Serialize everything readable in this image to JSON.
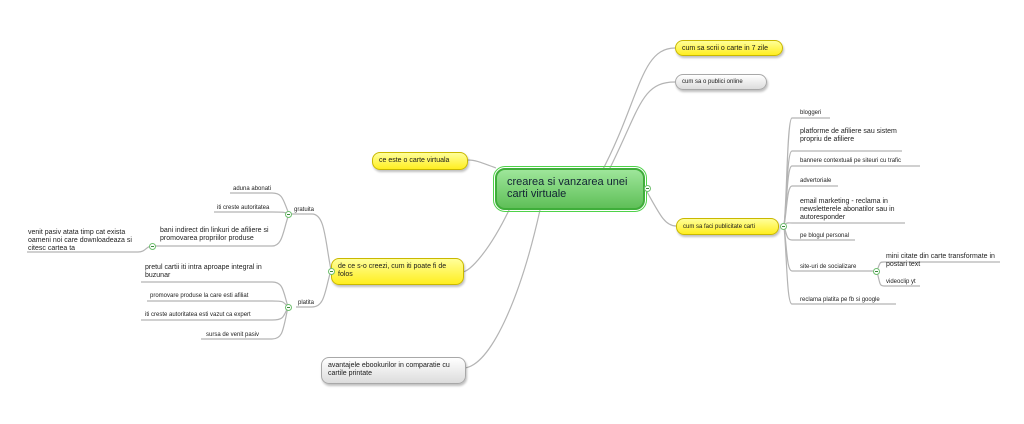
{
  "central": {
    "label": "crearea si vanzarea unei carti virtuale"
  },
  "branches": {
    "scrii": "cum sa scrii o carte in 7 zile",
    "publici": "cum sa o publici online",
    "publicitate": "cum sa faci publicitate carti",
    "ce_este": "ce este o carte virtuala",
    "de_ce": "de ce s-o creezi, cum iti poate fi de folos",
    "avantajele": "avantajele ebookurilor in comparatie cu cartile printate"
  },
  "publicitate_items": {
    "bloggeri": "bloggeri",
    "platforme": "platforme de afiliere sau sistem propriu de afiliere",
    "bannere": "bannere contextuali pe siteuri cu trafic",
    "advertoriale": "advertoriale",
    "email": "email marketing - reclama in newsletterele abonatilor sau in autoresponder",
    "pe_blogul": "pe blogul personal",
    "site_uri": "site-uri de socializare",
    "mini_citate": "mini citate din carte transformate in postari text",
    "videoclip": "videoclip yt",
    "reclama": "reclama platita pe fb si google"
  },
  "de_ce_items": {
    "gratuita": "gratuita",
    "platita": "platita",
    "aduna": "aduna abonati",
    "iti_creste_gratuita": "iti creste autoritatea",
    "bani": "bani indirect din linkuri de afiliere si promovarea propriilor produse",
    "venit_pasiv_lung": "venit pasiv atata timp cat exista oameni noi care downloadeaza si citesc cartea ta",
    "pretul": "pretul cartii iti intra aproape integral in buzunar",
    "promovare": "promovare produse la care esti afiliat",
    "iti_creste_platita": "iti creste autoritatea esti vazut ca expert",
    "sursa": "sursa de venit pasiv"
  }
}
